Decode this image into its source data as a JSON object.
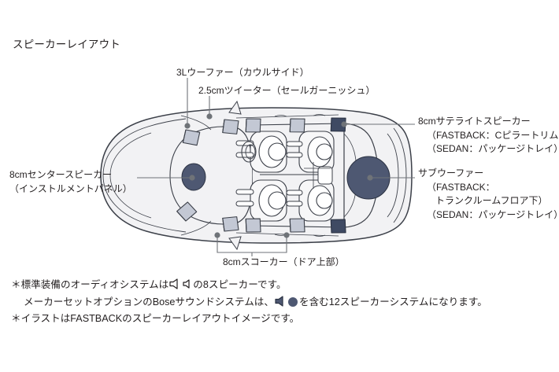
{
  "title": "スピーカーレイアウト",
  "callouts": {
    "woofer": {
      "line1": "3Lウーファー（カウルサイド）"
    },
    "tweeter": {
      "line1": "2.5cmツイーター（セールガーニッシュ）"
    },
    "satellite": {
      "line1": "8cmサテライトスピーカー",
      "line2": "（FASTBACK：Cピラートリム）",
      "line3": "（SEDAN：パッケージトレイ）"
    },
    "subwoofer": {
      "line1": "サブウーファー",
      "line2": "（FASTBACK：",
      "line3": "トランクルームフロア下）",
      "line4": "（SEDAN：パッケージトレイ）"
    },
    "center": {
      "line1": "8cmセンタースピーカー",
      "line2": "（インストルメントパネル）"
    },
    "squawker": {
      "line1": "8cmスコーカー（ドア上部）"
    }
  },
  "footnotes": {
    "line1_a": "＊標準装備のオーディオシステムは",
    "line1_b": "の8スピーカーです。",
    "line2_a": "メーカーセットオプションのBoseサウンドシステムは、",
    "line2_b": "を含む12スピーカーシステムになります。",
    "line3": "＊イラストはFASTBACKのスピーカーレイアウトイメージです。"
  },
  "icons": {
    "speaker_large": "speaker-cone-large-icon",
    "speaker_small": "speaker-cone-small-icon",
    "speaker_dark": "speaker-cone-dark-icon",
    "round_speaker": "round-speaker-icon"
  },
  "colors": {
    "outline": "#3c4049",
    "body_fill": "#f2f2f4",
    "speaker_light": "#c3c8d4",
    "speaker_dark": "#3f4a63",
    "round_speaker": "#4e5872",
    "leader": "#6f7378",
    "text": "#231f20"
  },
  "diagram": {
    "view": "car-top-view",
    "vehicle": "FASTBACK",
    "speakers": [
      {
        "name": "3L woofer (cowl side)",
        "count": 2,
        "marker": "light-cone"
      },
      {
        "name": "2.5cm tweeter (sail garnish)",
        "count": 2,
        "marker": "light-cone"
      },
      {
        "name": "8cm center speaker (instrument panel)",
        "count": 1,
        "marker": "round"
      },
      {
        "name": "8cm squawker (upper door)",
        "count": 4,
        "marker": "light-cone"
      },
      {
        "name": "8cm satellite speaker (C pillar trim)",
        "count": 2,
        "marker": "dark-cone"
      },
      {
        "name": "subwoofer (under trunk room floor)",
        "count": 1,
        "marker": "round"
      }
    ]
  }
}
